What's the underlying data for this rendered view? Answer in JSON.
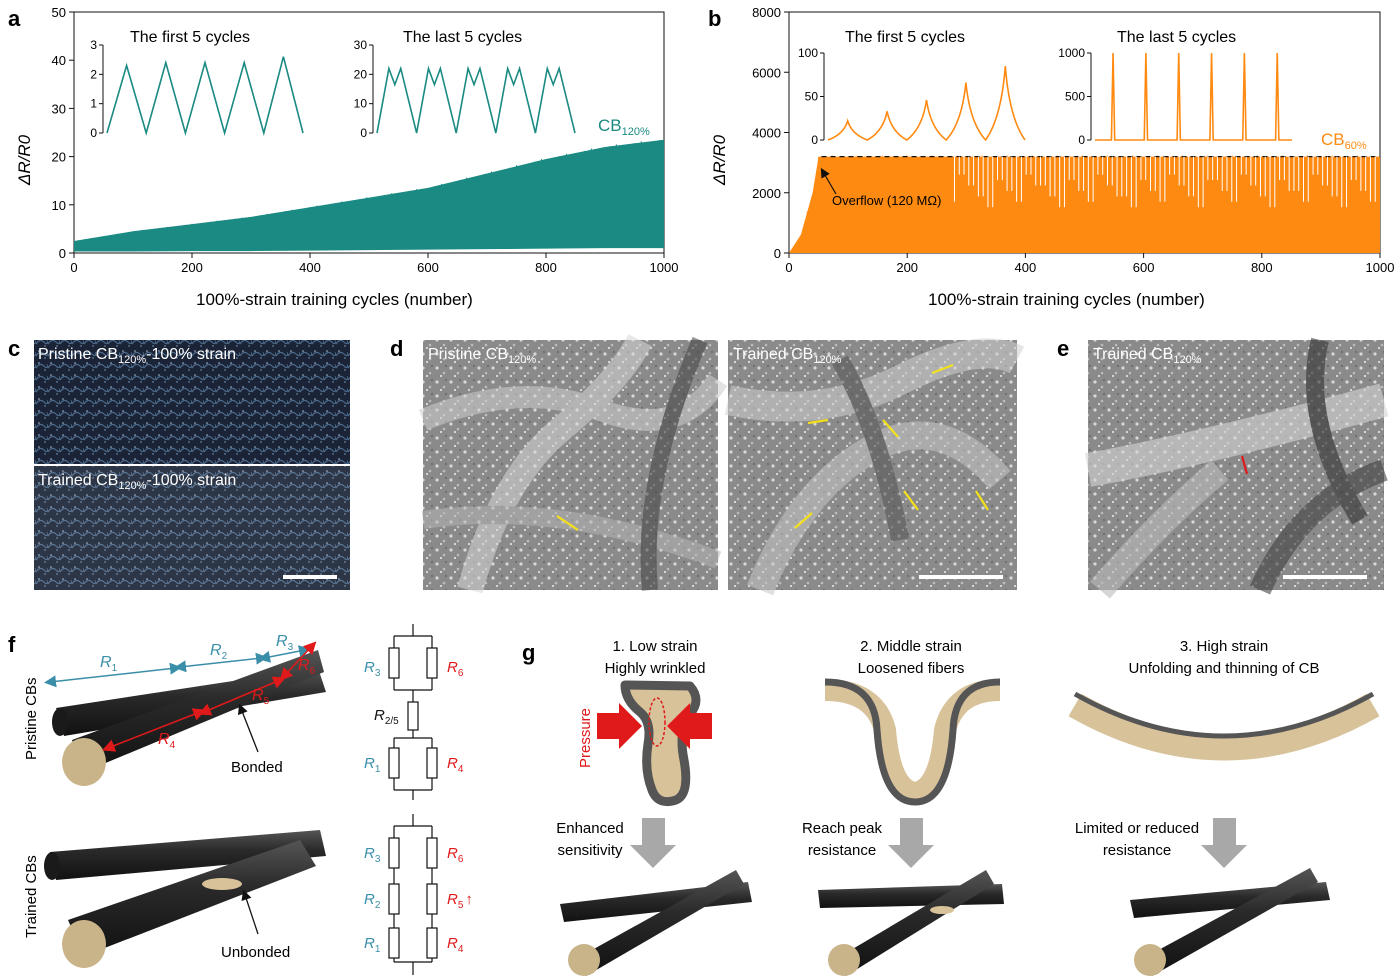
{
  "panels": {
    "a": {
      "letter": "a",
      "inset1_title": "The first 5 cycles",
      "inset2_title": "The last 5 cycles",
      "series_label_main": "CB",
      "series_label_sub": "120%",
      "ylabel": "ΔR/R0",
      "xlabel": "100%-strain training cycles (number)",
      "inset1_yticks": [
        "3",
        "2",
        "1",
        "0"
      ],
      "inset2_yticks": [
        "30",
        "20",
        "10",
        "0"
      ]
    },
    "b": {
      "letter": "b",
      "inset1_title": "The first 5 cycles",
      "inset2_title": "The last 5 cycles",
      "series_label_main": "CB",
      "series_label_sub": "60%",
      "ylabel": "ΔR/R0",
      "xlabel": "100%-strain training cycles (number)",
      "annotation": "Overflow (120 MΩ)",
      "inset1_yticks": [
        "100",
        "50",
        "0"
      ],
      "inset2_yticks": [
        "1000",
        "500",
        "0"
      ]
    },
    "c": {
      "letter": "c",
      "top_label_pre": "Pristine CB",
      "top_label_sub": "120%",
      "top_label_post": "-100% strain",
      "bottom_label_pre": "Trained CB",
      "bottom_label_sub": "120%",
      "bottom_label_post": "-100% strain"
    },
    "d": {
      "letter": "d",
      "left_label_pre": "Pristine CB",
      "left_label_sub": "120%",
      "right_label_pre": "Trained CB",
      "right_label_sub": "120%"
    },
    "e": {
      "letter": "e",
      "label_pre": "Trained CB",
      "label_sub": "120%"
    },
    "f": {
      "letter": "f",
      "row1_label": "Pristine CBs",
      "row2_label": "Trained CBs",
      "bonded": "Bonded",
      "unbonded": "Unbonded",
      "r_main": "R",
      "r_subs": [
        "1",
        "2",
        "3",
        "4",
        "5",
        "6"
      ],
      "r_25": "2/5",
      "up_arrow": "↑"
    },
    "g": {
      "letter": "g",
      "col1_title_1": "1. Low strain",
      "col1_title_2": "Highly wrinkled",
      "col2_title_1": "2. Middle strain",
      "col2_title_2": "Loosened fibers",
      "col3_title_1": "3. High strain",
      "col3_title_2": "Unfolding and thinning of CB",
      "pressure": "Pressure",
      "col1_note_1": "Enhanced",
      "col1_note_2": "sensitivity",
      "col2_note_1": "Reach peak",
      "col2_note_2": "resistance",
      "col3_note_1": "Limited or reduced",
      "col3_note_2": "resistance"
    }
  },
  "colors": {
    "teal": "#1a8a82",
    "orange": "#ff8a12",
    "blue_label": "#3a8ea8",
    "red": "#e01a1a",
    "fiber": "#2a2a2a",
    "tan": "#d8c29a"
  },
  "chart_data": [
    {
      "type": "area",
      "panel": "a",
      "xlabel": "100%-strain training cycles (number)",
      "ylabel": "ΔR/R0",
      "xlim": [
        0,
        1000
      ],
      "ylim": [
        0,
        50
      ],
      "xticks": [
        0,
        200,
        400,
        600,
        800,
        1000
      ],
      "yticks": [
        0,
        10,
        20,
        30,
        40,
        50
      ],
      "series": [
        {
          "name": "CB120%",
          "x": [
            0,
            100,
            200,
            300,
            400,
            500,
            600,
            700,
            800,
            900,
            1000
          ],
          "upper": [
            2.5,
            4.5,
            6.0,
            7.5,
            9.5,
            11.5,
            13.5,
            16.5,
            19.5,
            22.0,
            23.5
          ],
          "lower": [
            0.3,
            0.3,
            0.4,
            0.4,
            0.5,
            0.6,
            0.7,
            0.8,
            0.9,
            1.0,
            1.0
          ]
        }
      ],
      "insets": [
        {
          "title": "The first 5 cycles",
          "ylim": [
            0,
            3
          ],
          "peaks": [
            2.3,
            2.4,
            2.4,
            2.4,
            2.6
          ]
        },
        {
          "title": "The last 5 cycles",
          "ylim": [
            0,
            30
          ],
          "peaks": [
            22,
            22,
            22,
            22,
            22
          ]
        }
      ]
    },
    {
      "type": "area",
      "panel": "b",
      "xlabel": "100%-strain training cycles (number)",
      "ylabel": "ΔR/R0",
      "xlim": [
        0,
        1000
      ],
      "ylim": [
        0,
        8000
      ],
      "xticks": [
        0,
        200,
        400,
        600,
        800,
        1000
      ],
      "yticks": [
        0,
        2000,
        4000,
        6000,
        8000
      ],
      "overflow_level": 3200,
      "series": [
        {
          "name": "CB60%",
          "x": [
            0,
            20,
            40,
            50,
            60,
            260,
            270,
            1000
          ],
          "upper": [
            0,
            600,
            2000,
            3200,
            3200,
            3200,
            3200,
            3200
          ]
        }
      ],
      "insets": [
        {
          "title": "The first 5 cycles",
          "ylim": [
            0,
            100
          ],
          "peaks": [
            22,
            33,
            46,
            66,
            85
          ]
        },
        {
          "title": "The last 5 cycles",
          "ylim": [
            0,
            1000
          ],
          "peaks": [
            1000,
            1000,
            1000,
            1000,
            1000,
            1000
          ]
        }
      ]
    }
  ]
}
